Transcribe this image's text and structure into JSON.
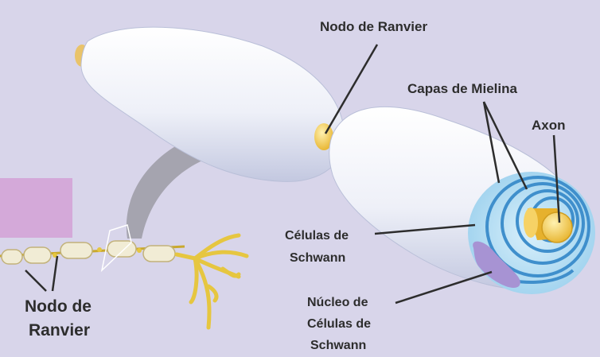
{
  "labels": {
    "nodo_top": "Nodo de Ranvier",
    "capas": "Capas de Mielina",
    "axon": "Axon",
    "celulas_line1": "Células de",
    "celulas_line2": "Schwann",
    "nucleo_line1": "Núcleo de",
    "nucleo_line2": "Células de",
    "nucleo_line3": "Schwann",
    "nodo_left_line1": "Nodo de",
    "nodo_left_line2": "Ranvier"
  },
  "colors": {
    "background": "#d8d5ea",
    "myelin": "#f2f4fb",
    "myelin_shadow": "#c5cbe3",
    "axon": "#f2c64a",
    "layers": "#3f8fcc",
    "cross_section": "#bfe3f5",
    "nucleus": "#a793d3",
    "arrow": "#9a9aa3",
    "nerve": "#e6c640",
    "occluder": "#d4a9d9"
  }
}
